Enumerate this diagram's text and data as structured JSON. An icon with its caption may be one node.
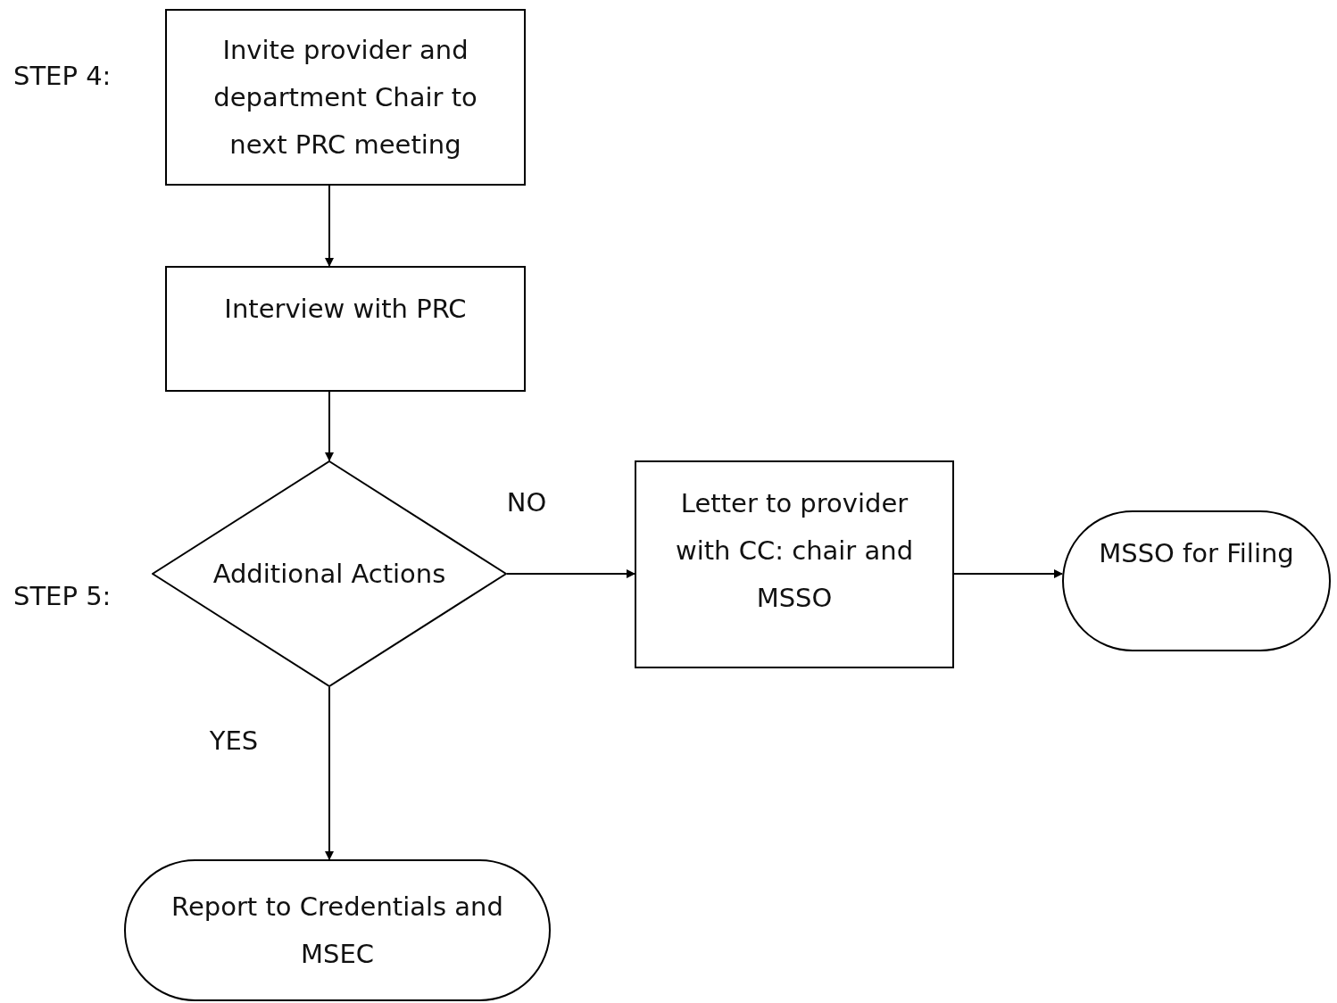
{
  "diagram": {
    "nodes": [
      {
        "text": [
          "Invite provider and department Chair to next PRC meeting"
        ]
      },
      {
        "text": [
          "Interview with PRC"
        ]
      },
      {
        "text": [
          "Additional Actions"
        ]
      },
      {
        "text": [
          "Letter to provider with CC: chair and MSSO"
        ]
      },
      {
        "text": [
          "MSSO for Filing"
        ]
      },
      {
        "text": [
          "Report to Credentials and MSEC"
        ]
      }
    ],
    "edges": [
      {
        "from": 0,
        "to": 1,
        "arrow": "to"
      },
      {
        "from": 1,
        "to": 2,
        "arrow": "to"
      },
      {
        "from": 2,
        "to": 3,
        "arrow": "to",
        "label": "NO"
      },
      {
        "from": 3,
        "to": 4,
        "arrow": "to"
      },
      {
        "from": 2,
        "to": 5,
        "arrow": "to",
        "label": "YES"
      }
    ],
    "labels": [
      "STEP 4:",
      "STEP 5:"
    ]
  }
}
